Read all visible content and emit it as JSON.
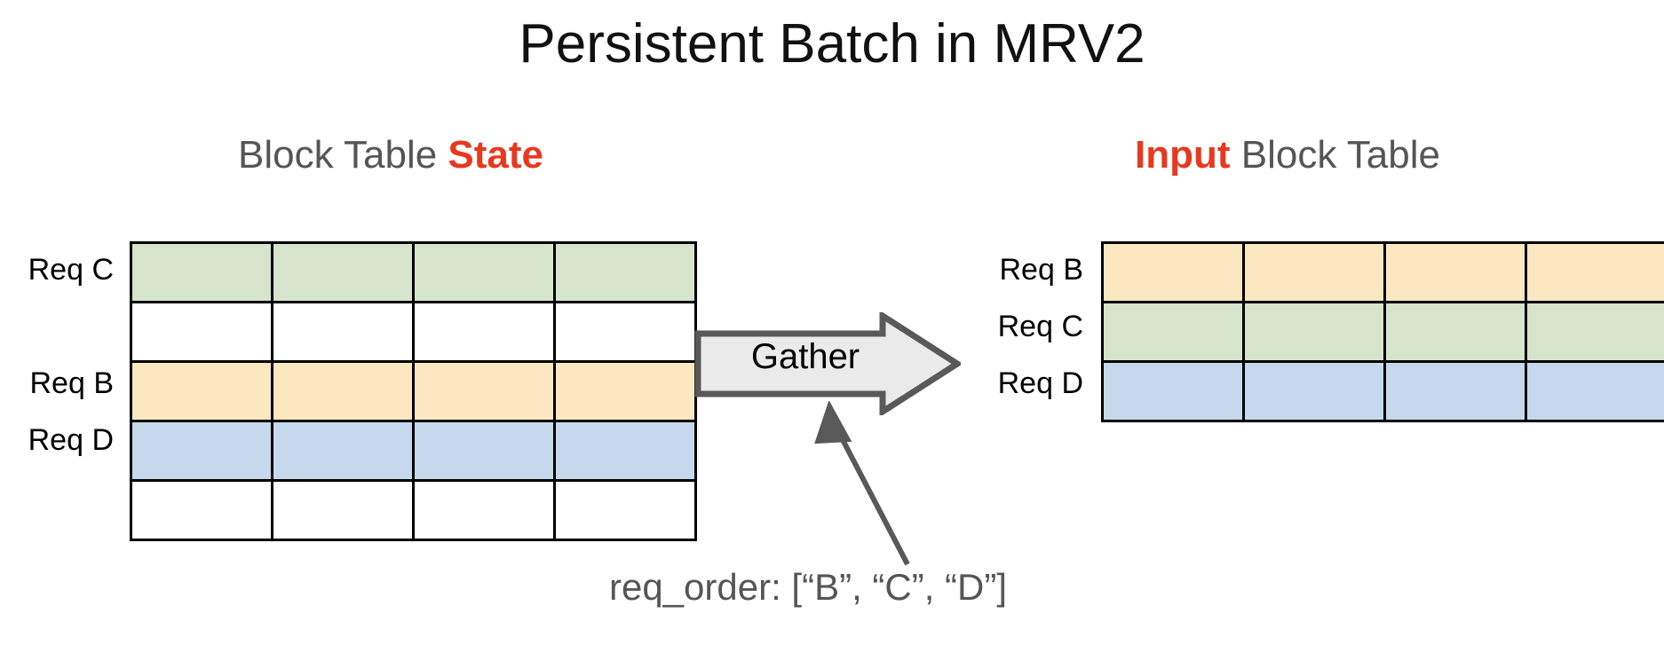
{
  "slide": {
    "title": "Persistent Batch in MRV2",
    "background_color": "#FFFFFF"
  },
  "colors": {
    "accent_red": "#E8381F",
    "heading_gray": "#555555",
    "cell_green": "#D7E4CC",
    "cell_yellow": "#FBE8C0",
    "cell_blue": "#C6D9EC",
    "cell_empty": "#FFFFFF",
    "grid_line": "#000000",
    "arrow_fill": "#EAEAEA",
    "arrow_stroke": "#595959"
  },
  "left_panel": {
    "heading_prefix": "Block Table ",
    "heading_accent": "State",
    "table": {
      "columns": 4,
      "rows": [
        {
          "label": "Req C",
          "fill": "green",
          "color": "#D7E4CC"
        },
        {
          "label": "",
          "fill": "empty",
          "color": "#FFFFFF"
        },
        {
          "label": "Req B",
          "fill": "yellow",
          "color": "#FBE8C0"
        },
        {
          "label": "Req D",
          "fill": "blue",
          "color": "#C6D9EC"
        },
        {
          "label": "",
          "fill": "empty",
          "color": "#FFFFFF"
        }
      ]
    }
  },
  "right_panel": {
    "heading_accent": "Input",
    "heading_suffix": " Block Table",
    "table": {
      "columns": 4,
      "rows": [
        {
          "label": "Req B",
          "fill": "yellow",
          "color": "#FBE8C0"
        },
        {
          "label": "Req C",
          "fill": "green",
          "color": "#D7E4CC"
        },
        {
          "label": "Req D",
          "fill": "blue",
          "color": "#C6D9EC"
        }
      ]
    }
  },
  "operation": {
    "label": "Gather"
  },
  "caption": {
    "text": "req_order: [“B”, “C”, “D”]"
  }
}
